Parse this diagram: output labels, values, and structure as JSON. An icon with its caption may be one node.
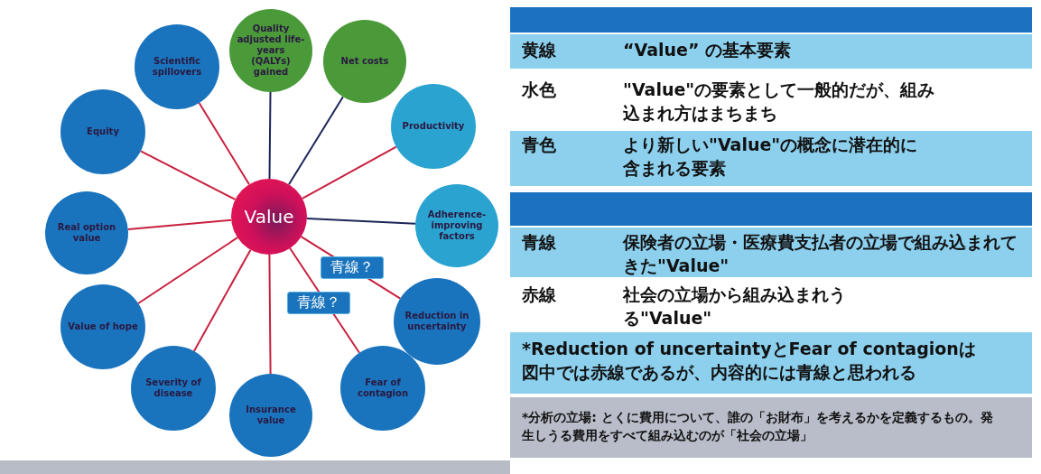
{
  "diagram": {
    "nodes": [
      {
        "text": [
          "Value"
        ]
      },
      {
        "text": [
          "Scientific spillovers"
        ]
      },
      {
        "text": [
          "Quality adjusted life-years (QALYs) gained"
        ]
      },
      {
        "text": [
          "Net costs"
        ]
      },
      {
        "text": [
          "Productivity"
        ]
      },
      {
        "text": [
          "Adherence-improving factors"
        ]
      },
      {
        "text": [
          "Reduction in uncertainty"
        ]
      },
      {
        "text": [
          "Fear of contagion"
        ]
      },
      {
        "text": [
          "Insurance value"
        ]
      },
      {
        "text": [
          "Severity of disease"
        ]
      },
      {
        "text": [
          "Value of hope"
        ]
      },
      {
        "text": [
          "Real option value"
        ]
      },
      {
        "text": [
          "Equity"
        ]
      }
    ],
    "edges": [
      {
        "from": 0,
        "to": 1,
        "arrow": "none"
      },
      {
        "from": 0,
        "to": 2,
        "arrow": "none",
        "color": "#1c2558"
      },
      {
        "from": 0,
        "to": 3,
        "arrow": "none",
        "color": "#1c2558"
      },
      {
        "from": 0,
        "to": 4,
        "arrow": "none"
      },
      {
        "from": 0,
        "to": 5,
        "arrow": "none",
        "color": "#1c2558"
      },
      {
        "from": 0,
        "to": 6,
        "arrow": "none",
        "label": "青線？"
      },
      {
        "from": 0,
        "to": 7,
        "arrow": "none",
        "label": "青線？"
      },
      {
        "from": 0,
        "to": 8,
        "arrow": "none"
      },
      {
        "from": 0,
        "to": 9,
        "arrow": "none"
      },
      {
        "from": 0,
        "to": 10,
        "arrow": "none"
      },
      {
        "from": 0,
        "to": 11,
        "arrow": "none"
      },
      {
        "from": 0,
        "to": 12,
        "arrow": "none"
      }
    ],
    "labels": [
      "黄線",
      "“Value” の基本要素",
      "水色",
      "\"Value\"の要素として一般的だが、組み込まれ方はまちまち",
      "青色",
      "より新しい\"Value\"の概念に潜在的に含まれる要素",
      "青線",
      "保険者の立場・医療費支払者の立場で組み込まれてきた\"Value\"",
      "赤線",
      "社会の立場から組み込まれうる\"Value\"",
      "*Reduction of uncertaintyとFear of contagionは図中では赤線であるが、内容的には青線と思われる",
      "*分析の立場: とくに費用について、誰の「お財布」を考えるかを定義するもの。発生しうる費用をすべて組み込むのが「社会の立場」"
    ]
  }
}
